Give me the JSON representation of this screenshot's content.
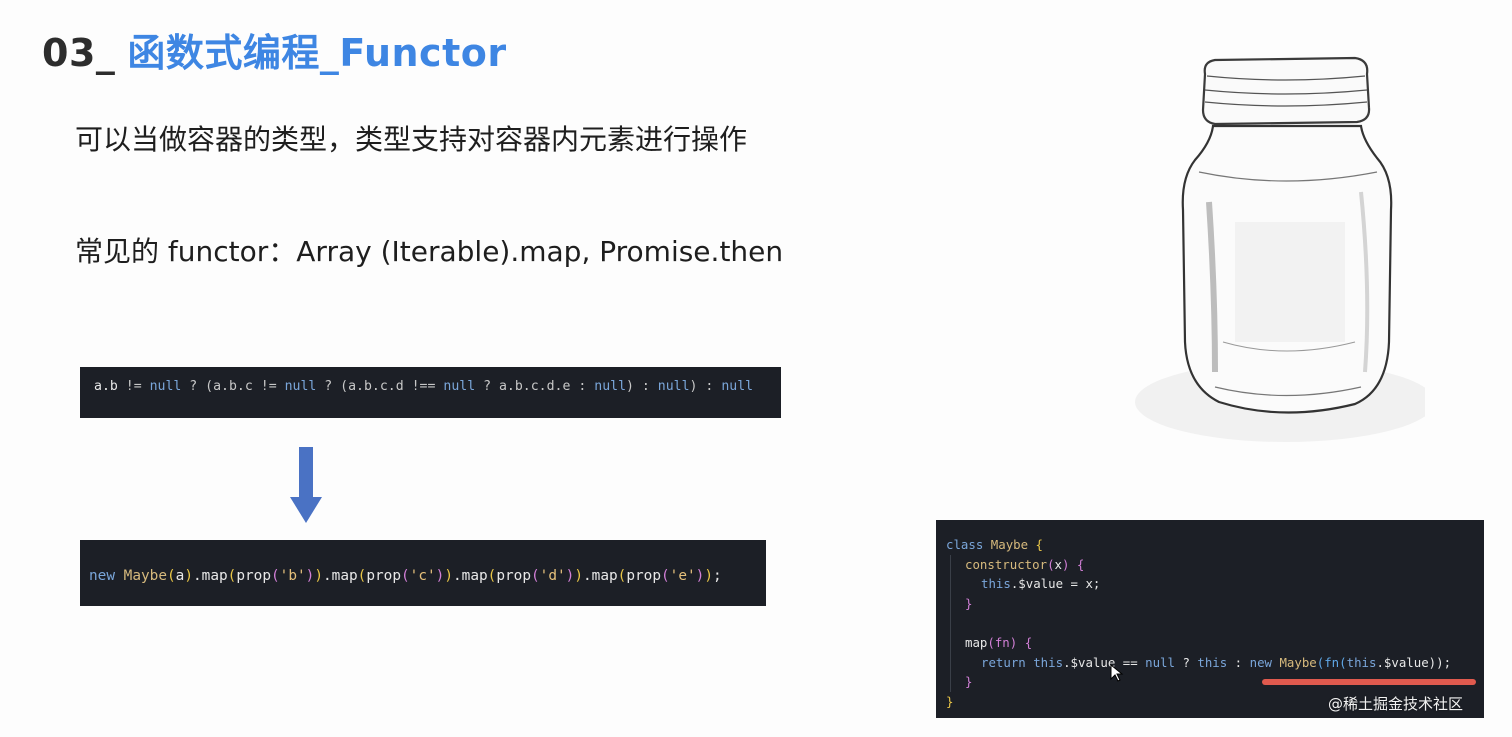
{
  "slide": {
    "title_number": "03_",
    "title_text": "函数式编程_Functor",
    "line1": "可以当做容器的类型，类型支持对容器内元素进行操作",
    "line2": "常见的 functor：Array (Iterable).map, Promise.then"
  },
  "code_snippets": {
    "ternary": {
      "t1": "a.b",
      "t2": " != ",
      "t3": "null",
      "t4": " ? (a.b.c != ",
      "t5": "null",
      "t6": " ? (a.b.c.d !== ",
      "t7": "null",
      "t8": " ? a.b.c.d.e : ",
      "t9": "null",
      "t10": ") : ",
      "t11": "null",
      "t12": ") : ",
      "t13": "null"
    },
    "maybe_chain": {
      "t1": "new",
      "t2": " Maybe",
      "t3": "(",
      "t4": "a",
      "t5": ")",
      "t6": ".map",
      "t7": "(",
      "t8": "prop",
      "t9": "(",
      "t10": "'b'",
      "t11": ")",
      "t12": ")",
      "t13": ".map",
      "t14": "(",
      "t15": "prop",
      "t16": "(",
      "t17": "'c'",
      "t18": ")",
      "t19": ")",
      "t20": ".map",
      "t21": "(",
      "t22": "prop",
      "t23": "(",
      "t24": "'d'",
      "t25": ")",
      "t26": ")",
      "t27": ".map",
      "t28": "(",
      "t29": "prop",
      "t30": "(",
      "t31": "'e'",
      "t32": ")",
      "t33": ")",
      "t34": ";"
    },
    "maybe_class": {
      "l1a": "class",
      "l1b": " Maybe",
      "l1c": " {",
      "l2a": "constructor",
      "l2b": "(",
      "l2c": "x",
      "l2d": ") {",
      "l3a": "this",
      "l3b": ".$value = x;",
      "l4": "}",
      "l5a": "map",
      "l5b": "(fn) {",
      "l6a": "return",
      "l6b": " this",
      "l6c": ".$value == ",
      "l6d": "null",
      "l6e": " ? ",
      "l6f": "this",
      "l6g": " : ",
      "l6h": "new",
      "l6i": " Maybe",
      "l6j": "(fn(",
      "l6k": "this",
      "l6l": ".$value));",
      "l7": "}",
      "l8": "}"
    }
  },
  "watermark": "@稀土掘金技术社区",
  "colors": {
    "title_accent": "#3e86e3",
    "code_background": "#1c1f26",
    "keyword": "#7aa6da",
    "class_name": "#d7ba7d",
    "string": "#e5c07b",
    "arrow": "#4a72c4",
    "highlight_underline": "#e05a4e"
  },
  "icons": {
    "arrow": "arrow-down-icon",
    "jar": "mason-jar-illustration",
    "cursor": "mouse-cursor-icon"
  }
}
